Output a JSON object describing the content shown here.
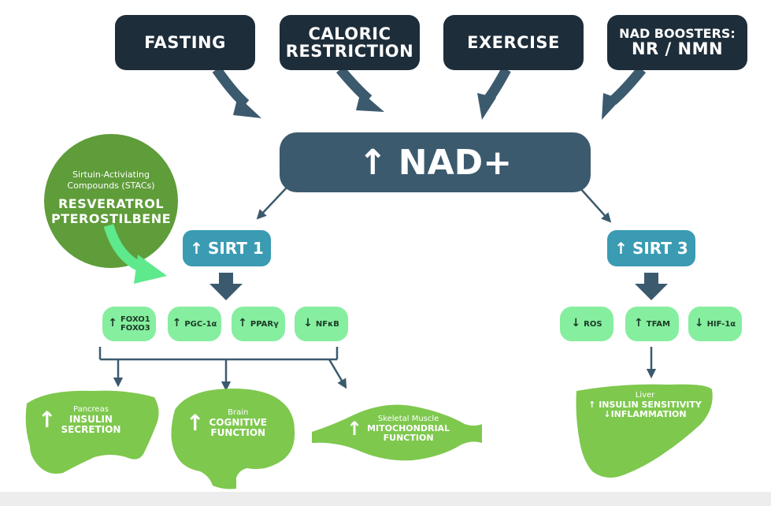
{
  "stimuli": [
    {
      "id": "fasting",
      "line1": "FASTING",
      "line2": ""
    },
    {
      "id": "caloric-restriction",
      "line1": "CALORIC",
      "line2": "RESTRICTION"
    },
    {
      "id": "exercise",
      "line1": "EXERCISE",
      "line2": ""
    },
    {
      "id": "nad-boosters",
      "line1": "NAD BOOSTERS:",
      "line2": "NR / NMN"
    }
  ],
  "nad": {
    "arrow": "↑",
    "label": "NAD+"
  },
  "stac": {
    "line1": "Sirtuin-Activiating",
    "line2": "Compounds (STACs)",
    "line3": "RESVERATROL",
    "line4": "PTEROSTILBENE"
  },
  "sirt1": {
    "arrow": "↑",
    "label": "SIRT 1"
  },
  "sirt3": {
    "arrow": "↑",
    "label": "SIRT 3"
  },
  "sirt1_targets": [
    {
      "arrow": "↑",
      "label1": "FOXO1",
      "label2": "FOXO3"
    },
    {
      "arrow": "↑",
      "label1": "PGC-1α",
      "label2": ""
    },
    {
      "arrow": "↑",
      "label1": "PPARγ",
      "label2": ""
    },
    {
      "arrow": "↓",
      "label1": "NFκB",
      "label2": ""
    }
  ],
  "sirt3_targets": [
    {
      "arrow": "↓",
      "label1": "ROS"
    },
    {
      "arrow": "↑",
      "label1": "TFAM"
    },
    {
      "arrow": "↓",
      "label1": "HIF-1α"
    }
  ],
  "organs": {
    "pancreas": {
      "arrow": "↑",
      "name": "Pancreas",
      "fn1": "INSULIN",
      "fn2": "SECRETION"
    },
    "brain": {
      "arrow": "↑",
      "name": "Brain",
      "fn1": "COGNITIVE",
      "fn2": "FUNCTION"
    },
    "muscle": {
      "arrow": "↑",
      "name": "Skeletal Muscle",
      "fn1": "MITOCHONDRIAL",
      "fn2": "FUNCTION"
    },
    "liver": {
      "name": "Liver",
      "fn1": "↑ INSULIN SENSITIVITY",
      "fn2": "↓INFLAMMATION"
    }
  },
  "colors": {
    "stimulus": "#1e2d3a",
    "nad": "#3c5a6e",
    "arrow": "#3c5a6e",
    "sirt": "#3a9bb3",
    "pill": "#86ee9f",
    "organ": "#7ec84e",
    "stac": "#5f9c3a",
    "stac_arrow": "#5ee98c"
  }
}
